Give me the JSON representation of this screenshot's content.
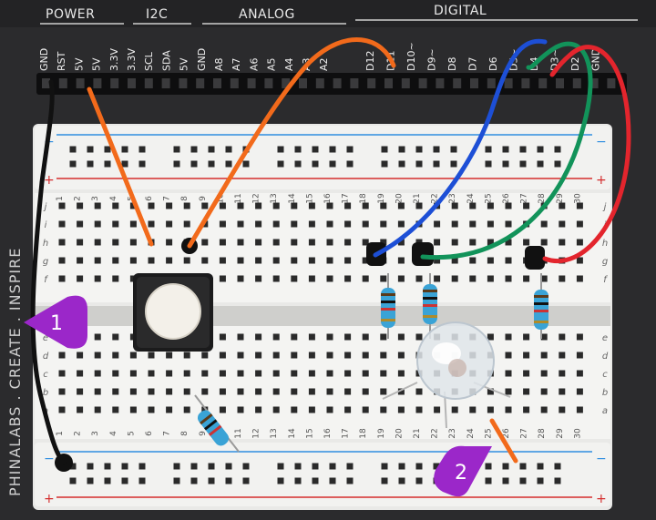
{
  "header": {
    "power": "POWER",
    "i2c": "I2C",
    "analog": "ANALOG",
    "digital": "DIGITAL"
  },
  "pins_left": [
    "GND",
    "RST",
    "5V",
    "5V",
    "3.3V",
    "3.3V",
    "SCL",
    "SDA",
    "5V",
    "GND",
    "A8",
    "A7",
    "A6",
    "A5",
    "A4",
    "A3",
    "A2"
  ],
  "pins_right": [
    "D12",
    "D11",
    "D10~",
    "D9~",
    "D8",
    "D7",
    "D6",
    "D5~",
    "D4",
    "D3~",
    "D2",
    "GND"
  ],
  "side_text": "PHINALABS . CREATE . INSPIRE",
  "row_letters_top": [
    "j",
    "i",
    "h",
    "g",
    "f"
  ],
  "row_letters_bottom": [
    "e",
    "d",
    "c",
    "b",
    "a"
  ],
  "column_numbers": [
    "1",
    "2",
    "3",
    "4",
    "5",
    "6",
    "7",
    "8",
    "9",
    "10",
    "11",
    "12",
    "13",
    "14",
    "15",
    "16",
    "17",
    "18",
    "19",
    "20",
    "21",
    "22",
    "23",
    "24",
    "25",
    "26",
    "27",
    "28",
    "29",
    "30"
  ],
  "rail_plus": "+",
  "rail_minus": "−",
  "callouts": [
    {
      "label": "1",
      "color": "#9b27c9"
    },
    {
      "label": "2",
      "color": "#9b27c9"
    }
  ],
  "colors": {
    "wire_orange": "#f26a1b",
    "wire_blue": "#1d4fd6",
    "wire_green": "#12935a",
    "wire_red": "#e3252d",
    "wire_black": "#111111",
    "rail_blue": "#2f8ee0",
    "rail_red": "#d42c2c",
    "board": "#ececec",
    "callout": "#9b27c9"
  }
}
